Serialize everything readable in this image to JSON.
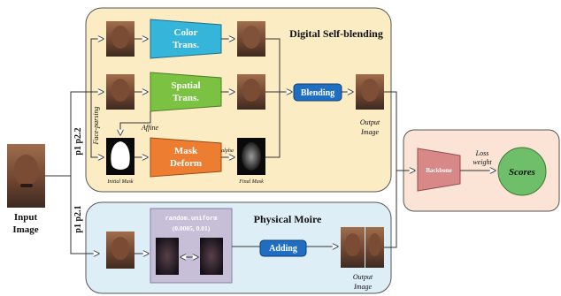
{
  "input": {
    "label_line1": "Input",
    "label_line2": "Image"
  },
  "paths": {
    "p1": "p1 p2.2",
    "p2": "p1 p2.1"
  },
  "self_blending": {
    "title": "Digital Self-blending",
    "color_trans_line1": "Color",
    "color_trans_line2": "Trans.",
    "spatial_trans_line1": "Spatial",
    "spatial_trans_line2": "Trans.",
    "mask_deform_line1": "Mask",
    "mask_deform_line2": "Deform",
    "face_parsing": "Face-parsing",
    "affine": "Affine",
    "alpha": "alpha",
    "initial_mask": "Initial Mask",
    "final_mask": "Final Mask",
    "blending": "Blending",
    "output_line1": "Output",
    "output_line2": "Image"
  },
  "moire": {
    "title": "Physical Moire",
    "random_line1": "random.uniform",
    "random_line2": "(0.0005, 0.01)",
    "adding": "Adding",
    "output_line1": "Output",
    "output_line2": "Image"
  },
  "classifier": {
    "backbone": "Backbone",
    "loss_line1": "Loss",
    "loss_line2": "weight",
    "scores": "Scores"
  },
  "colors": {
    "self_blending_bg": "#fcecc4",
    "moire_bg": "#deeef6",
    "classifier_bg": "#fbe3d6",
    "color_trans": "#35b5d9",
    "spatial_trans": "#7cc242",
    "mask_deform": "#ed7d31",
    "blending_btn": "#1f6ec2",
    "backbone": "#d98888",
    "scores": "#6fbf6a",
    "random_box": "#c7bed8"
  }
}
